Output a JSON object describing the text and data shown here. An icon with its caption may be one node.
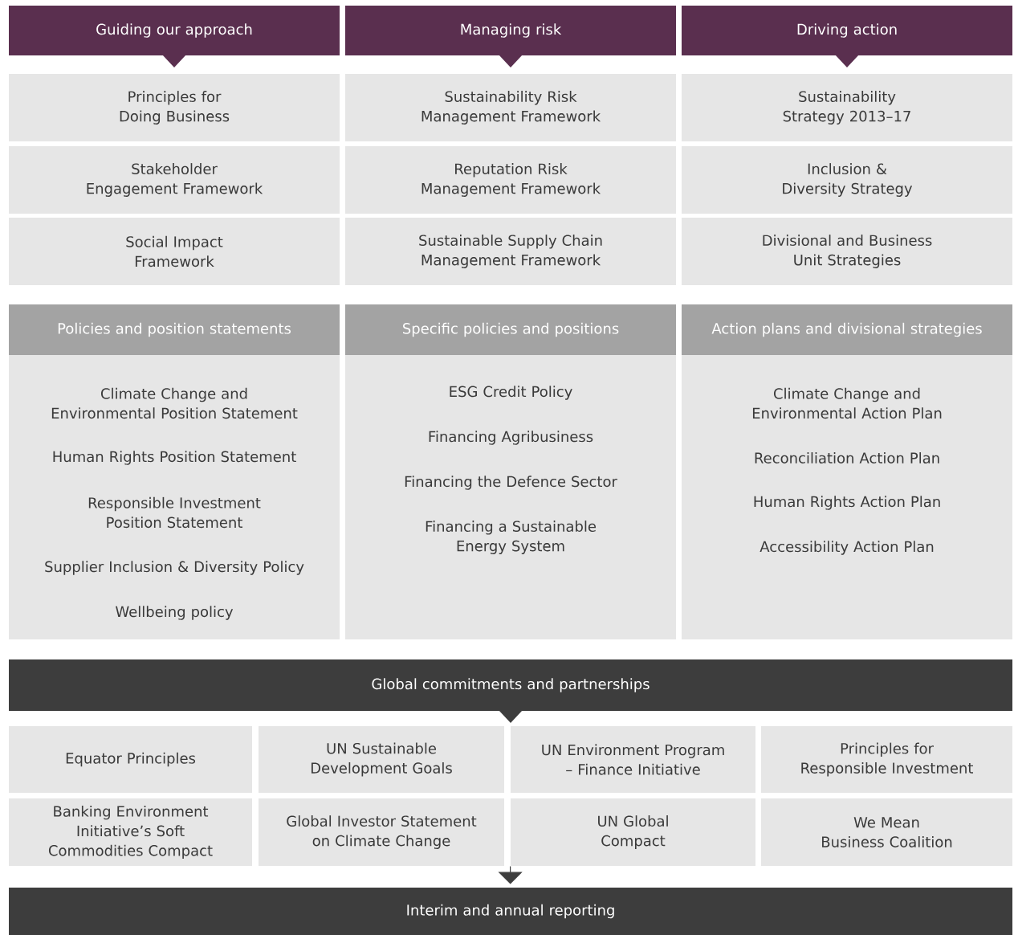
{
  "diagram": {
    "nodes": [
      {
        "text": [
          "Guiding our approach"
        ]
      },
      {
        "text": [
          "Managing risk"
        ]
      },
      {
        "text": [
          "Driving action"
        ]
      },
      {
        "text": [
          "Principles for Doing Business"
        ]
      },
      {
        "text": [
          "Sustainability Risk Management Framework"
        ]
      },
      {
        "text": [
          "Sustainability Strategy 2013–17"
        ]
      },
      {
        "text": [
          "Stakeholder Engagement Framework"
        ]
      },
      {
        "text": [
          "Reputation Risk Management Framework"
        ]
      },
      {
        "text": [
          "Inclusion & Diversity Strategy"
        ]
      },
      {
        "text": [
          "Social Impact Framework"
        ]
      },
      {
        "text": [
          "Sustainable Supply Chain Management Framework"
        ]
      },
      {
        "text": [
          "Divisional and Business Unit Strategies"
        ]
      },
      {
        "text": [
          "Policies and position statements"
        ]
      },
      {
        "text": [
          "Specific policies and positions"
        ]
      },
      {
        "text": [
          "Action plans and divisional strategies"
        ]
      },
      {
        "text": [
          "Climate Change and Environmental Position Statement",
          "Human Rights Position Statement",
          "Responsible Investment Position Statement",
          "Supplier Inclusion & Diversity Policy",
          "Wellbeing policy"
        ]
      },
      {
        "text": [
          "ESG Credit Policy",
          "Financing Agribusiness",
          "Financing the Defence Sector",
          "Financing a Sustainable Energy System"
        ]
      },
      {
        "text": [
          "Climate Change and Environmental Action Plan",
          "Reconciliation Action Plan",
          "Human Rights Action Plan",
          "Accessibility Action Plan"
        ]
      },
      {
        "text": [
          "Global commitments and partnerships"
        ]
      },
      {
        "text": [
          "Equator Principles"
        ]
      },
      {
        "text": [
          "UN Sustainable Development Goals"
        ]
      },
      {
        "text": [
          "UN Environment Program – Finance Initiative"
        ]
      },
      {
        "text": [
          "Principles for Responsible Investment"
        ]
      },
      {
        "text": [
          "Banking Environment Initiative’s Soft Commodities Compact"
        ]
      },
      {
        "text": [
          "Global Investor Statement on Climate Change"
        ]
      },
      {
        "text": [
          "UN Global Compact"
        ]
      },
      {
        "text": [
          "We Mean Business Coalition"
        ]
      },
      {
        "text": [
          "Interim and annual reporting"
        ]
      }
    ],
    "edges": [
      {
        "from": 25,
        "to": 27,
        "arrow": "to"
      }
    ]
  }
}
